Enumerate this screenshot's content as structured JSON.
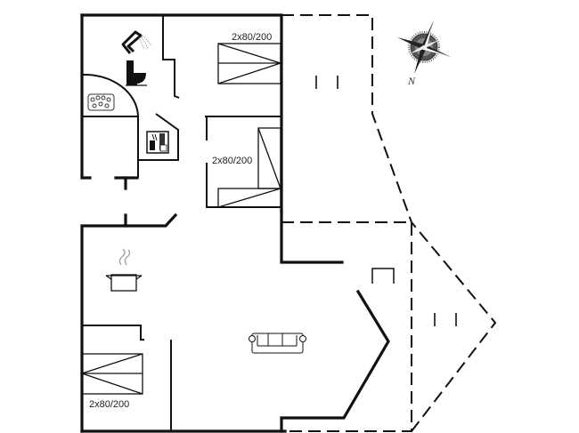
{
  "floor_plan": {
    "bed_labels": [
      "2x80/200",
      "2x80/200",
      "2x80/200"
    ],
    "compass": {
      "north_label": "N"
    },
    "rooms": [
      {
        "name": "bathroom",
        "fixtures": [
          "shower",
          "toilet",
          "whirlpool"
        ]
      },
      {
        "name": "utility",
        "fixtures": [
          "washing-machine"
        ]
      },
      {
        "name": "bedroom-1",
        "bed": "2x80/200"
      },
      {
        "name": "bedroom-2",
        "bed": "2x80/200"
      },
      {
        "name": "kitchen",
        "fixtures": [
          "cooking-pot"
        ]
      },
      {
        "name": "bedroom-3",
        "bed": "2x80/200"
      },
      {
        "name": "living-room",
        "fixtures": [
          "sofa",
          "fireplace"
        ]
      },
      {
        "name": "terrace-north"
      },
      {
        "name": "terrace-east"
      }
    ],
    "colors": {
      "line": "#111111",
      "background": "#ffffff"
    }
  }
}
